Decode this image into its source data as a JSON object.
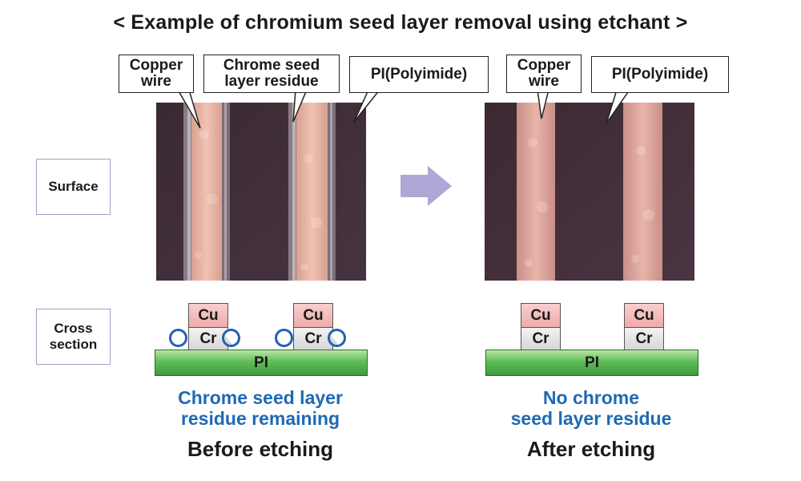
{
  "title": "< Example of chromium seed layer removal using etchant >",
  "row_labels": {
    "surface": "Surface",
    "cross_section": [
      "Cross",
      "section"
    ]
  },
  "before": {
    "callouts": {
      "copper_wire": [
        "Copper",
        "wire"
      ],
      "chrome_residue": [
        "Chrome seed",
        "layer residue"
      ],
      "pi": "PI(Polyimide)"
    },
    "layers": {
      "cu": "Cu",
      "cr": "Cr",
      "pi": "PI"
    },
    "status": [
      "Chrome seed layer",
      "residue remaining"
    ],
    "caption": "Before etching"
  },
  "after": {
    "callouts": {
      "copper_wire": [
        "Copper",
        "wire"
      ],
      "pi": "PI(Polyimide)"
    },
    "layers": {
      "cu": "Cu",
      "cr": "Cr",
      "pi": "PI"
    },
    "status": [
      "No chrome",
      "seed layer residue"
    ],
    "caption": "After etching"
  },
  "colors": {
    "status_blue": "#1f69b3",
    "arrow": "#b0a7d6",
    "circle_outline": "#2360b1",
    "pi_green": "#4fae4b",
    "cu_pink": "#f4bcbc",
    "photo_substrate": "#3c2b35",
    "photo_copper": "#e8b3a4"
  },
  "icons": {
    "arrow": "right-arrow-icon"
  }
}
